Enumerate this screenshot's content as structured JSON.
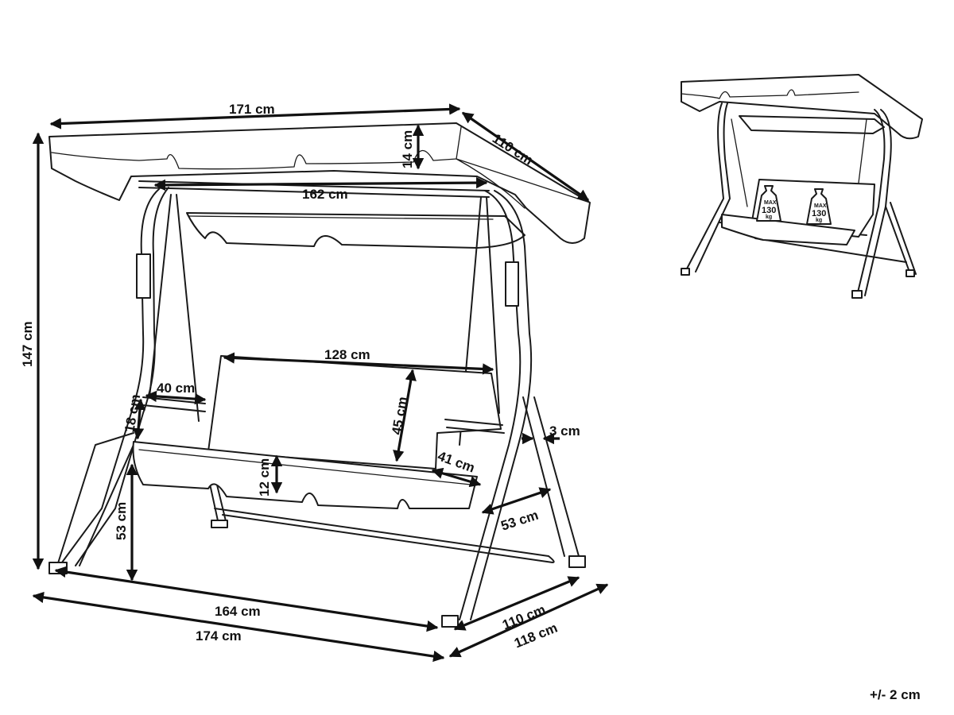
{
  "dimensions": {
    "canopy_width": "171 cm",
    "canopy_depth": "110 cm",
    "canopy_height": "14 cm",
    "beam_length": "162 cm",
    "total_height": "147 cm",
    "backrest_width": "128 cm",
    "backrest_height": "45 cm",
    "armrest": "40 cm",
    "armrest_height": "18 cm",
    "tube": "3 cm",
    "seat_thickness": "12 cm",
    "seat_depth": "41 cm",
    "frame_side": "53 cm",
    "seat_height": "53 cm",
    "base_width": "164 cm",
    "total_width": "174 cm",
    "base_depth": "110 cm",
    "total_depth": "118 cm"
  },
  "load": {
    "max_label": "MAX",
    "value": "130",
    "unit": "kg"
  },
  "tolerance": "+/- 2 cm"
}
